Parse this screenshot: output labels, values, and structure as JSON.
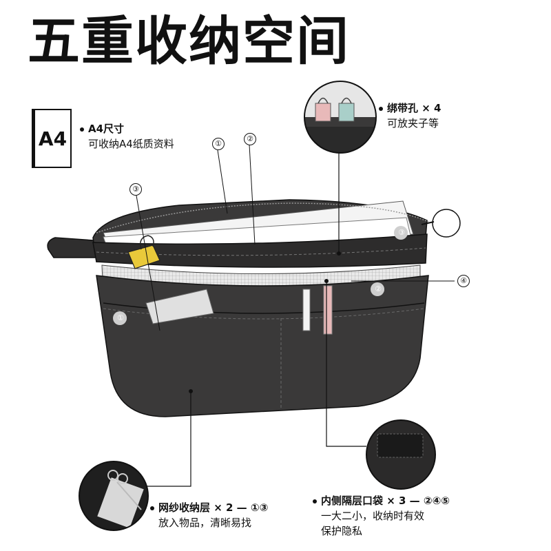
{
  "title": "五重收纳空间",
  "a4_badge": "A4",
  "features": {
    "a4": {
      "head": "A4尺寸",
      "desc": "可收纳A4纸质资料"
    },
    "strap": {
      "head": "绑带孔 × 4",
      "desc": "可放夹子等"
    },
    "mesh": {
      "head": "网纱收纳层 × 2 — ①③",
      "desc": "放入物品，清晰易找"
    },
    "inner": {
      "head": "内侧隔层口袋 × 3 — ②④⑤",
      "desc1": "一大二小，收纳时有效",
      "desc2": "保护隐私"
    }
  },
  "markers": [
    "①",
    "②",
    "③",
    "④",
    "①",
    "②",
    "③"
  ],
  "colors": {
    "bag": "#3a3939",
    "bag_dark": "#2a2a2a",
    "clip": "#e9c93a",
    "pink": "#e8b9b9",
    "teal": "#a9cfc9"
  }
}
